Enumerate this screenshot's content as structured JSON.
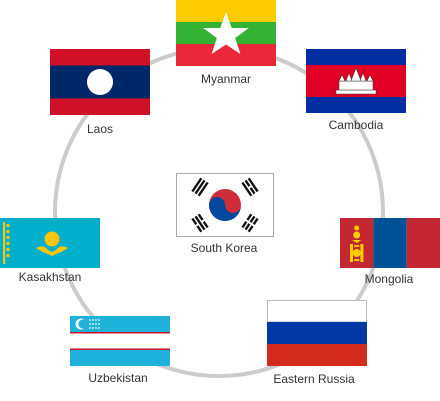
{
  "ring_color": "#cccccc",
  "center": {
    "label": "South Korea",
    "flag": "south-korea-flag-icon"
  },
  "nodes": [
    {
      "label": "Myanmar",
      "flag": "myanmar-flag-icon"
    },
    {
      "label": "Cambodia",
      "flag": "cambodia-flag-icon"
    },
    {
      "label": "Mongolia",
      "flag": "mongolia-flag-icon"
    },
    {
      "label": "Eastern Russia",
      "flag": "russia-flag-icon"
    },
    {
      "label": "Uzbekistan",
      "flag": "uzbekistan-flag-icon"
    },
    {
      "label": "Kasakhstan",
      "flag": "kazakhstan-flag-icon"
    },
    {
      "label": "Laos",
      "flag": "laos-flag-icon"
    }
  ]
}
